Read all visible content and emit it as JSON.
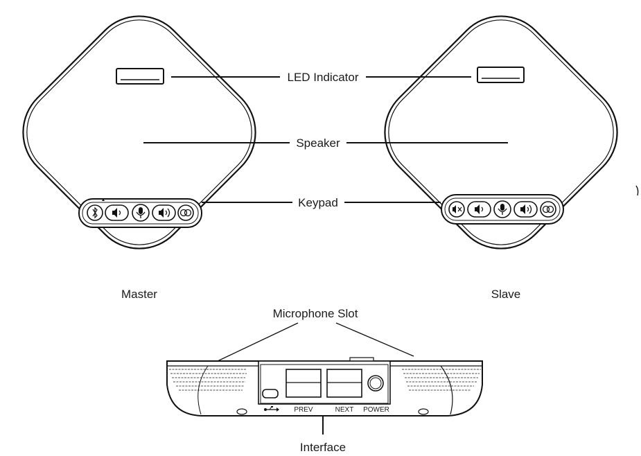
{
  "labels": {
    "led_indicator": "LED Indicator",
    "speaker": "Speaker",
    "keypad": "Keypad",
    "master": "Master",
    "slave": "Slave",
    "microphone_slot": "Microphone Slot",
    "interface": "Interface"
  },
  "port_labels": {
    "prev": "PREV",
    "next": "NEXT",
    "power": "POWER"
  },
  "icons": {
    "master_keys": [
      "bluetooth-icon",
      "volume-down-icon",
      "microphone-icon",
      "volume-up-icon",
      "link-icon"
    ],
    "slave_keys": [
      "mute-icon",
      "volume-down-icon",
      "microphone-icon",
      "volume-up-icon",
      "link-icon"
    ],
    "usb": "usb-icon"
  },
  "colors": {
    "line": "#111111",
    "background": "#ffffff"
  }
}
